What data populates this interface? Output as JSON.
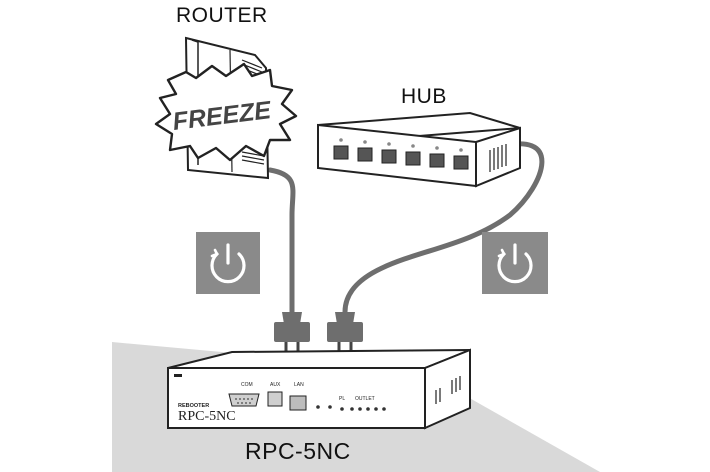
{
  "labels": {
    "router": "ROUTER",
    "hub": "HUB",
    "device": "RPC-5NC"
  },
  "router_badge": "FREEZE",
  "device_panel": {
    "brand": "RPC-5NC",
    "series": "REBOOTER",
    "com": "COM",
    "aux": "AUX",
    "lan": "LAN",
    "pl": "PL",
    "outlet": "OUTLET"
  },
  "icons": [
    "power-button-icon",
    "power-button-icon"
  ],
  "colors": {
    "floor": "#d9d9d9",
    "power_tile": "#8a8a8a",
    "cable": "#6e6e6e",
    "outline": "#222222"
  }
}
